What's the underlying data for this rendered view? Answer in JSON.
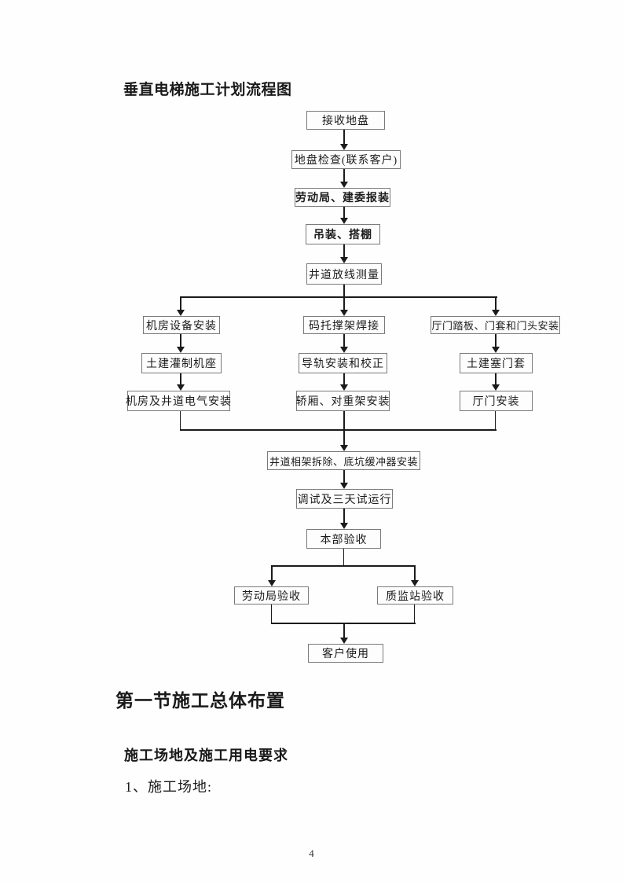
{
  "document": {
    "title": "垂直电梯施工计划流程图",
    "section_heading": "第一节施工总体布置",
    "subsection_heading": "施工场地及施工用电要求",
    "list_item": "1、施工场地:",
    "page_number": "4"
  },
  "flowchart": {
    "nodes": [
      {
        "id": "receive-site",
        "label": "接收地盘"
      },
      {
        "id": "site-inspection",
        "label": "地盘检查(联系客户)"
      },
      {
        "id": "labor-bureau-registration",
        "label": "劳动局、建委报装"
      },
      {
        "id": "hoisting-scaffolding",
        "label": "吊装、搭棚"
      },
      {
        "id": "shaft-line-survey",
        "label": "井道放线测量"
      },
      {
        "id": "machine-room-equipment-install",
        "label": "机房设备安装"
      },
      {
        "id": "civil-machine-base-casting",
        "label": "土建灌制机座"
      },
      {
        "id": "machine-room-shaft-electrical",
        "label": "机房及井道电气安装"
      },
      {
        "id": "bracket-support-welding",
        "label": "码托撑架焊接"
      },
      {
        "id": "guide-rail-install-align",
        "label": "导轨安装和校正"
      },
      {
        "id": "car-counterweight-install",
        "label": "轿厢、对重架安装"
      },
      {
        "id": "landing-door-sill-jamb-header",
        "label": "厅门踏板、门套和门头安装"
      },
      {
        "id": "civil-door-pocket",
        "label": "土建塞门套"
      },
      {
        "id": "landing-door-install",
        "label": "厅门安装"
      },
      {
        "id": "scaffold-removal-pit-buffer",
        "label": "井道相架拆除、底坑缓冲器安装"
      },
      {
        "id": "commissioning-trial-run",
        "label": "调试及三天试运行"
      },
      {
        "id": "internal-acceptance",
        "label": "本部验收"
      },
      {
        "id": "labor-bureau-acceptance",
        "label": "劳动局验收"
      },
      {
        "id": "quality-station-acceptance",
        "label": "质监站验收"
      },
      {
        "id": "customer-use",
        "label": "客户使用"
      }
    ]
  },
  "colors": {
    "page_background": "#fefefe",
    "box_border": "#7a7a7a",
    "connector": "#1b1b1b",
    "text": "#1a1a1a"
  }
}
